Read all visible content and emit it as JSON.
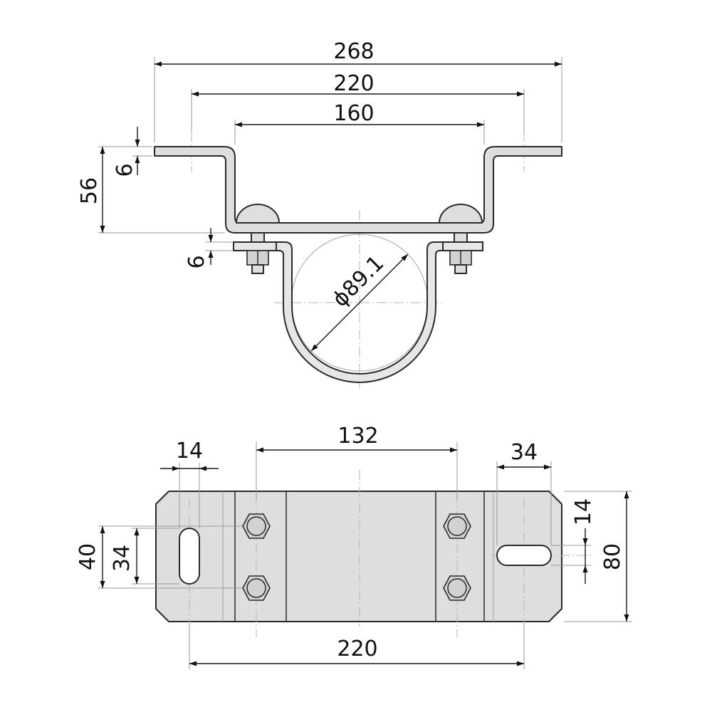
{
  "dimensions": {
    "overall_width": "268",
    "hole_spacing_top": "220",
    "channel_width": "160",
    "height": "56",
    "flange_thickness": "6",
    "band_thickness": "6",
    "pipe_diameter": "ϕ89.1",
    "bolt_spacing": "132",
    "left_slot_width": "14",
    "right_slot_length": "34",
    "left_pitch_outer": "40",
    "left_slot_length": "34",
    "right_slot_width": "14",
    "plate_height": "80",
    "hole_spacing_bottom": "220"
  },
  "colors": {
    "part_fill": "#dedede",
    "outline": "#2a2a2a",
    "centerline": "#b5b5b5",
    "background": "#ffffff"
  }
}
